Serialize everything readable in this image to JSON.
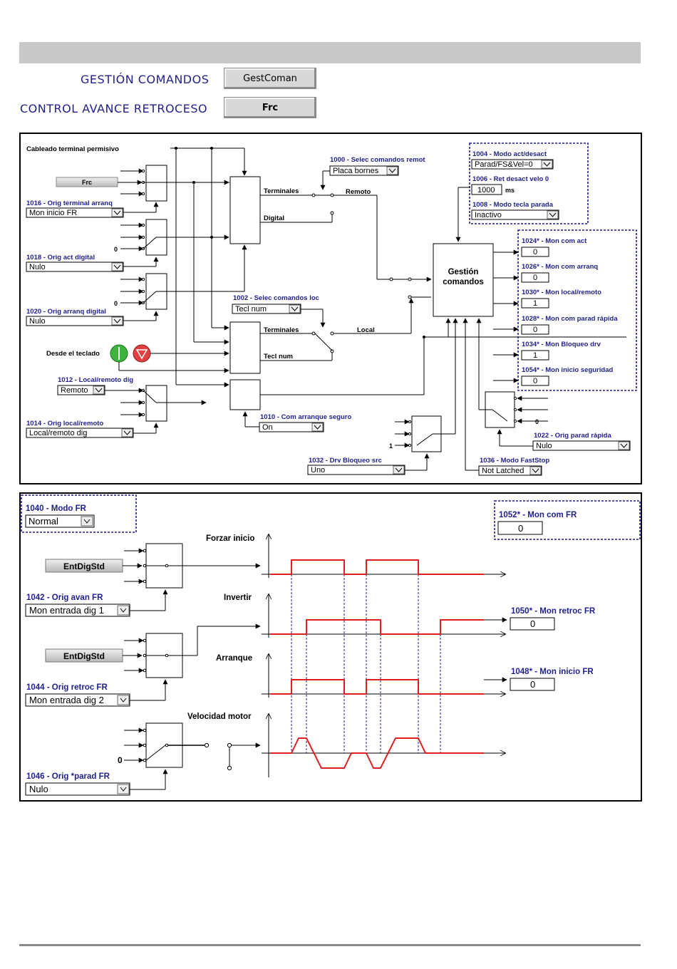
{
  "header": {
    "gestion_title": "GESTIÓN COMANDOS",
    "gestion_button": "GestComan",
    "control_title": "CONTROL AVANCE RETROCESO",
    "control_button": "Frc"
  },
  "panel1": {
    "cableado": "Cableado terminal permisivo",
    "frc_button": "Frc",
    "p1016_label": "1016 - Orig terminal arranq",
    "p1016_value": "Mon inicio FR",
    "p1018_label": "1018 - Orig act digital",
    "p1018_value": "Nulo",
    "p1020_label": "1020 - Orig arranq digital",
    "p1020_value": "Nulo",
    "desde_teclado": "Desde el teclado",
    "p1012_label": "1012 - Local/remoto dig",
    "p1012_value": "Remoto",
    "p1014_label": "1014 - Orig local/remoto",
    "p1014_value": "Local/remoto dig",
    "p1000_label": "1000 - Selec comandos remot",
    "p1000_value": "Placa bornes",
    "terminales": "Terminales",
    "digital": "Digital",
    "remoto": "Remoto",
    "p1002_label": "1002 - Selec comandos loc",
    "p1002_value": "Tecl num",
    "terminales2": "Terminales",
    "tecl_num": "Tecl num",
    "local": "Local",
    "p1010_label": "1010 - Com arranque seguro",
    "p1010_value": "On",
    "p1032_label": "1032 - Drv Bloqueo src",
    "p1032_value": "Uno",
    "gestion_line1": "Gestión",
    "gestion_line2": "comandos",
    "p1004_label": "1004 - Modo act/desact",
    "p1004_value": "Parad/FS&Vel=0",
    "p1006_label": "1006 - Ret desact velo 0",
    "p1006_value": "1000",
    "p1006_unit": "ms",
    "p1008_label": "1008 - Modo tecla parada",
    "p1008_value": "Inactivo",
    "p1024_label": "1024* - Mon com act",
    "p1024_value": "0",
    "p1026_label": "1026* - Mon com arranq",
    "p1026_value": "0",
    "p1030_label": "1030* - Mon local/remoto",
    "p1030_value": "1",
    "p1028_label": "1028* - Mon com parad rápida",
    "p1028_value": "0",
    "p1034_label": "1034* - Mon Bloqueo drv",
    "p1034_value": "1",
    "p1054_label": "1054* - Mon inicio seguridad",
    "p1054_value": "0",
    "p1022_label": "1022 - Orig parad rápida",
    "p1022_value": "Nulo",
    "p1036_label": "1036 - Modo FastStop",
    "p1036_value": "Not Latched",
    "zero": "0",
    "one": "1"
  },
  "panel2": {
    "p1040_label": "1040 - Modo FR",
    "p1040_value": "Normal",
    "p1052_label": "1052* - Mon com FR",
    "p1052_value": "0",
    "entdig1": "EntDigStd",
    "entdig2": "EntDigStd",
    "p1042_label": "1042 - Orig avan FR",
    "p1042_value": "Mon entrada dig 1",
    "p1044_label": "1044 - Orig retroc FR",
    "p1044_value": "Mon entrada dig 2",
    "p1046_label": "1046 - Orig *parad FR",
    "p1046_value": "Nulo",
    "forzar": "Forzar inicio",
    "invertir": "Invertir",
    "arranque": "Arranque",
    "velocidad": "Velocidad motor",
    "p1050_label": "1050* - Mon retroc FR",
    "p1050_value": "0",
    "p1048_label": "1048* - Mon inicio FR",
    "p1048_value": "0",
    "zero": "0"
  },
  "colors": {
    "title": "#1f1f8f",
    "signal": "#e02020",
    "dashed": "#1f1f8f",
    "topbar": "#c8c8c8"
  },
  "icons": [
    "start-icon",
    "stop-icon",
    "dropdown-arrow-icon"
  ]
}
